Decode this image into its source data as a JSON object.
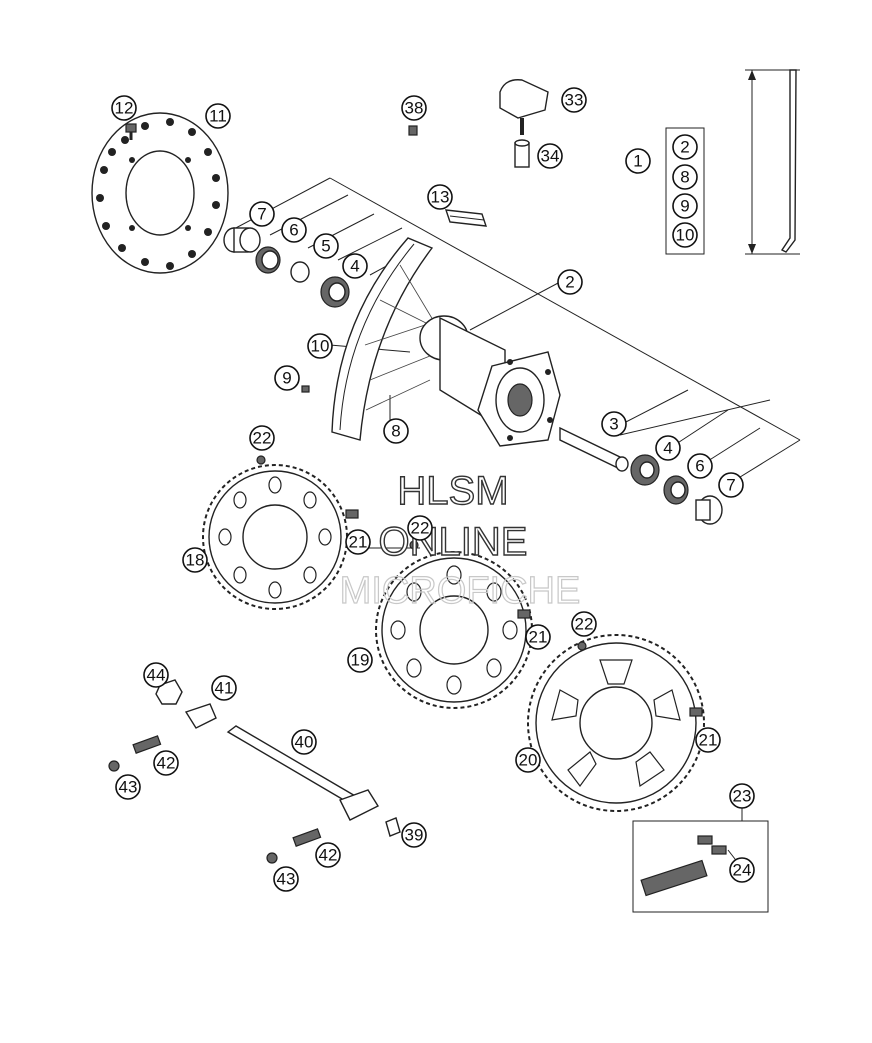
{
  "watermark": {
    "line1": "HLSM",
    "line2": "ONLINE",
    "line3": "MICROFICHE"
  },
  "callouts": {
    "c1": "1",
    "c2": "2",
    "c2b": "2",
    "c3": "3",
    "c4": "4",
    "c4b": "4",
    "c5": "5",
    "c6": "6",
    "c6b": "6",
    "c7": "7",
    "c7b": "7",
    "c8": "8",
    "c8b": "8",
    "c9": "9",
    "c9b": "9",
    "c10": "10",
    "c10b": "10",
    "c11": "11",
    "c12": "12",
    "c13": "13",
    "c18": "18",
    "c19": "19",
    "c20": "20",
    "c21a": "21",
    "c21b": "21",
    "c21c": "21",
    "c22a": "22",
    "c22b": "22",
    "c22c": "22",
    "c23": "23",
    "c24": "24",
    "c33": "33",
    "c34": "34",
    "c38": "38",
    "c39": "39",
    "c40": "40",
    "c41": "41",
    "c42a": "42",
    "c42b": "42",
    "c43a": "43",
    "c43b": "43",
    "c44": "44"
  }
}
